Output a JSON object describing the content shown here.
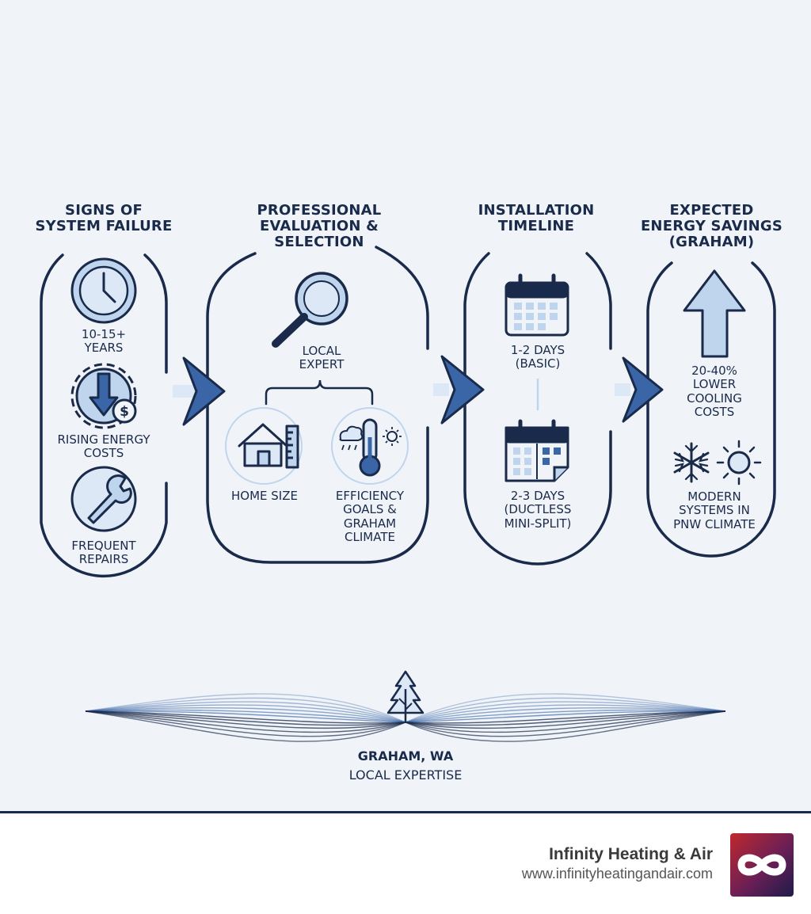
{
  "stages": [
    {
      "title": "SIGNS OF\nSYSTEM FAILURE",
      "items": [
        "10-15+\nYEARS",
        "RISING ENERGY\nCOSTS",
        "FREQUENT\nREPAIRS"
      ],
      "icons": [
        "clock-icon",
        "gear-dollar-down-icon",
        "wrench-icon"
      ]
    },
    {
      "title": "PROFESSIONAL\nEVALUATION &\nSELECTION",
      "items": [
        "LOCAL\nEXPERT",
        "HOME SIZE",
        "EFFICIENCY\nGOALS &\nGRAHAM\nCLIMATE"
      ],
      "icons": [
        "magnifying-glass-icon",
        "house-ruler-icon",
        "thermometer-weather-icon"
      ]
    },
    {
      "title": "INSTALLATION\nTIMELINE",
      "items": [
        "1-2 DAYS\n(BASIC)",
        "2-3 DAYS\n(DUCTLESS\nMINI-SPLIT)"
      ],
      "icons": [
        "calendar-icon",
        "calendar-icon"
      ]
    },
    {
      "title": "EXPECTED\nENERGY SAVINGS\n(GRAHAM)",
      "items": [
        "20-40%\nLOWER\nCOOLING\nCOSTS",
        "MODERN\nSYSTEMS IN\nPNW CLIMATE"
      ],
      "icons": [
        "up-arrow-icon",
        "snowflake-sun-icon"
      ]
    }
  ],
  "location": {
    "title": "GRAHAM, WA",
    "subtitle": "LOCAL EXPERTISE",
    "icon": "pine-tree-icon"
  },
  "footer": {
    "brand": "Infinity Heating & Air",
    "url": "www.infinityheatingandair.com",
    "logo_icon": "infinity-logo-icon"
  },
  "colors": {
    "navy": "#1a2a4a",
    "blue": "#3a66a8",
    "light_blue": "#bfd5ee",
    "pale_blue": "#dce8f5",
    "background": "#f0f4f8"
  }
}
